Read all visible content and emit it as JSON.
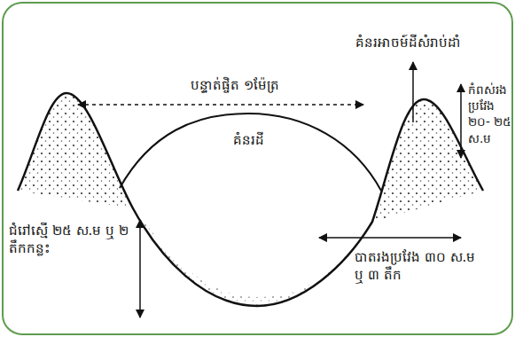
{
  "diagram": {
    "labels": [
      "គំនរអាចម៍ដីសំរាប់ដាំ",
      "បន្ទាត់ផ្ចិត ១ម៉ែត្រ",
      "គំនរដី",
      "កំពស់រង ប្រវែង ២០- ២៥ ស.ម",
      "ជំរៅស្មើ ២៥ ស.ម ឬ ២ តឹកកន្លះ",
      "បាតរងប្រវែង ៣០ ស.ម ឬ ៣ តឹក"
    ]
  }
}
